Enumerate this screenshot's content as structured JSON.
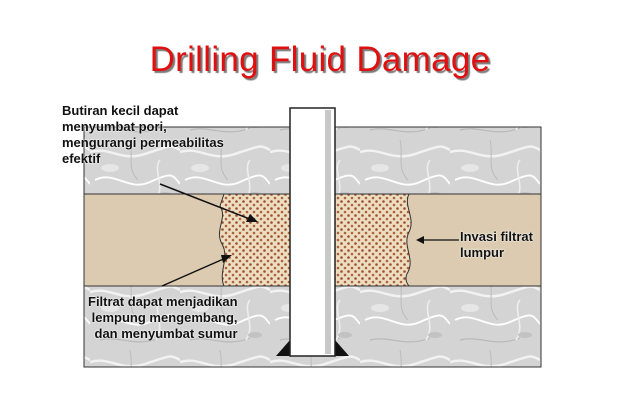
{
  "title": "Drilling Fluid Damage",
  "annotations": {
    "pore_plugging": [
      "Butiran kecil dapat",
      "menyumbat pori,",
      "mengurangi permeabilitas",
      "efektif"
    ],
    "filtrate_invasion": [
      "Invasi filtrat",
      "lumpur"
    ],
    "clay_swelling": [
      "Filtrat dapat menjadikan",
      "lempung mengembang,",
      "dan menyumbat sumur"
    ]
  },
  "colors": {
    "title": "#e01010",
    "rock": "#d6d6d6",
    "reservoir_layer": "#dccbb0",
    "invaded_zone": "#ead8bc",
    "particles": "#b0623a",
    "wellbore": "#ffffff"
  }
}
